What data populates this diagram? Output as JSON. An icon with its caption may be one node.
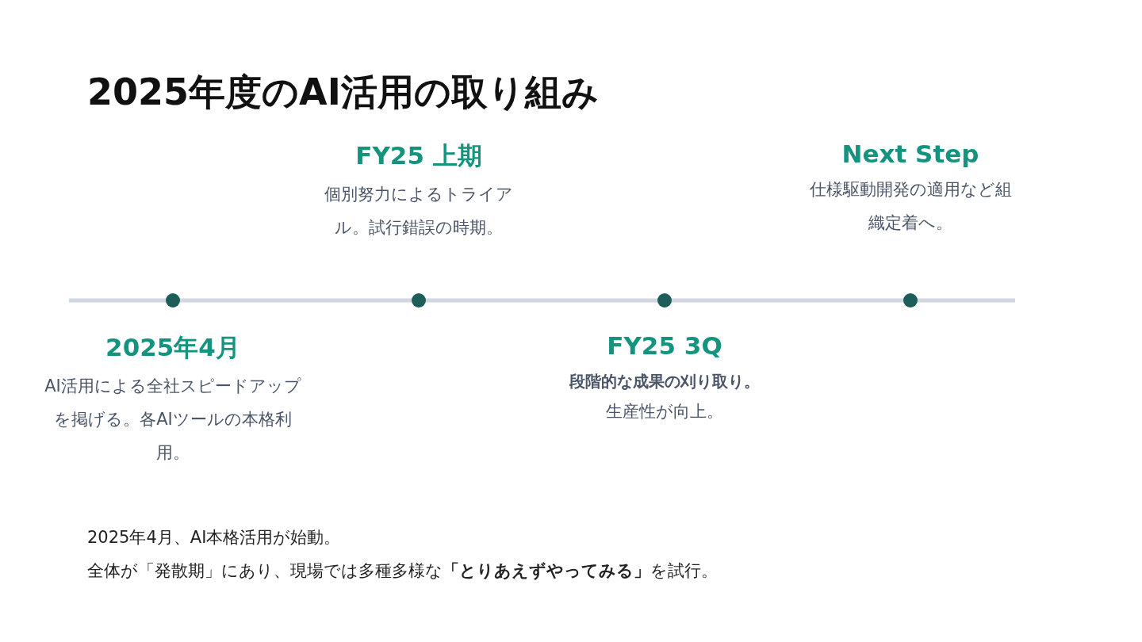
{
  "diagram": {
    "title": "2025年度のAI活用の取り組み",
    "nodes": [
      {
        "text": [
          "2025年4月",
          "AI活用による全社スピードアップを掲げる。各AIツールの本格利用。"
        ]
      },
      {
        "text": [
          "FY25 上期",
          "個別努力によるトライアル。試行錯誤の時期。"
        ]
      },
      {
        "text": [
          "FY25 3Q",
          "段階的な成果の刈り取り。",
          "生産性が向上。"
        ]
      },
      {
        "text": [
          "Next Step",
          "仕様駆動開発の適用など組織定着へ。"
        ]
      }
    ],
    "labels": [
      "2025年4月、AI本格活用が始動。",
      "全体が「発散期」にあり、現場では多種多様な**「とりあえずやってみる」**を試行。"
    ]
  }
}
